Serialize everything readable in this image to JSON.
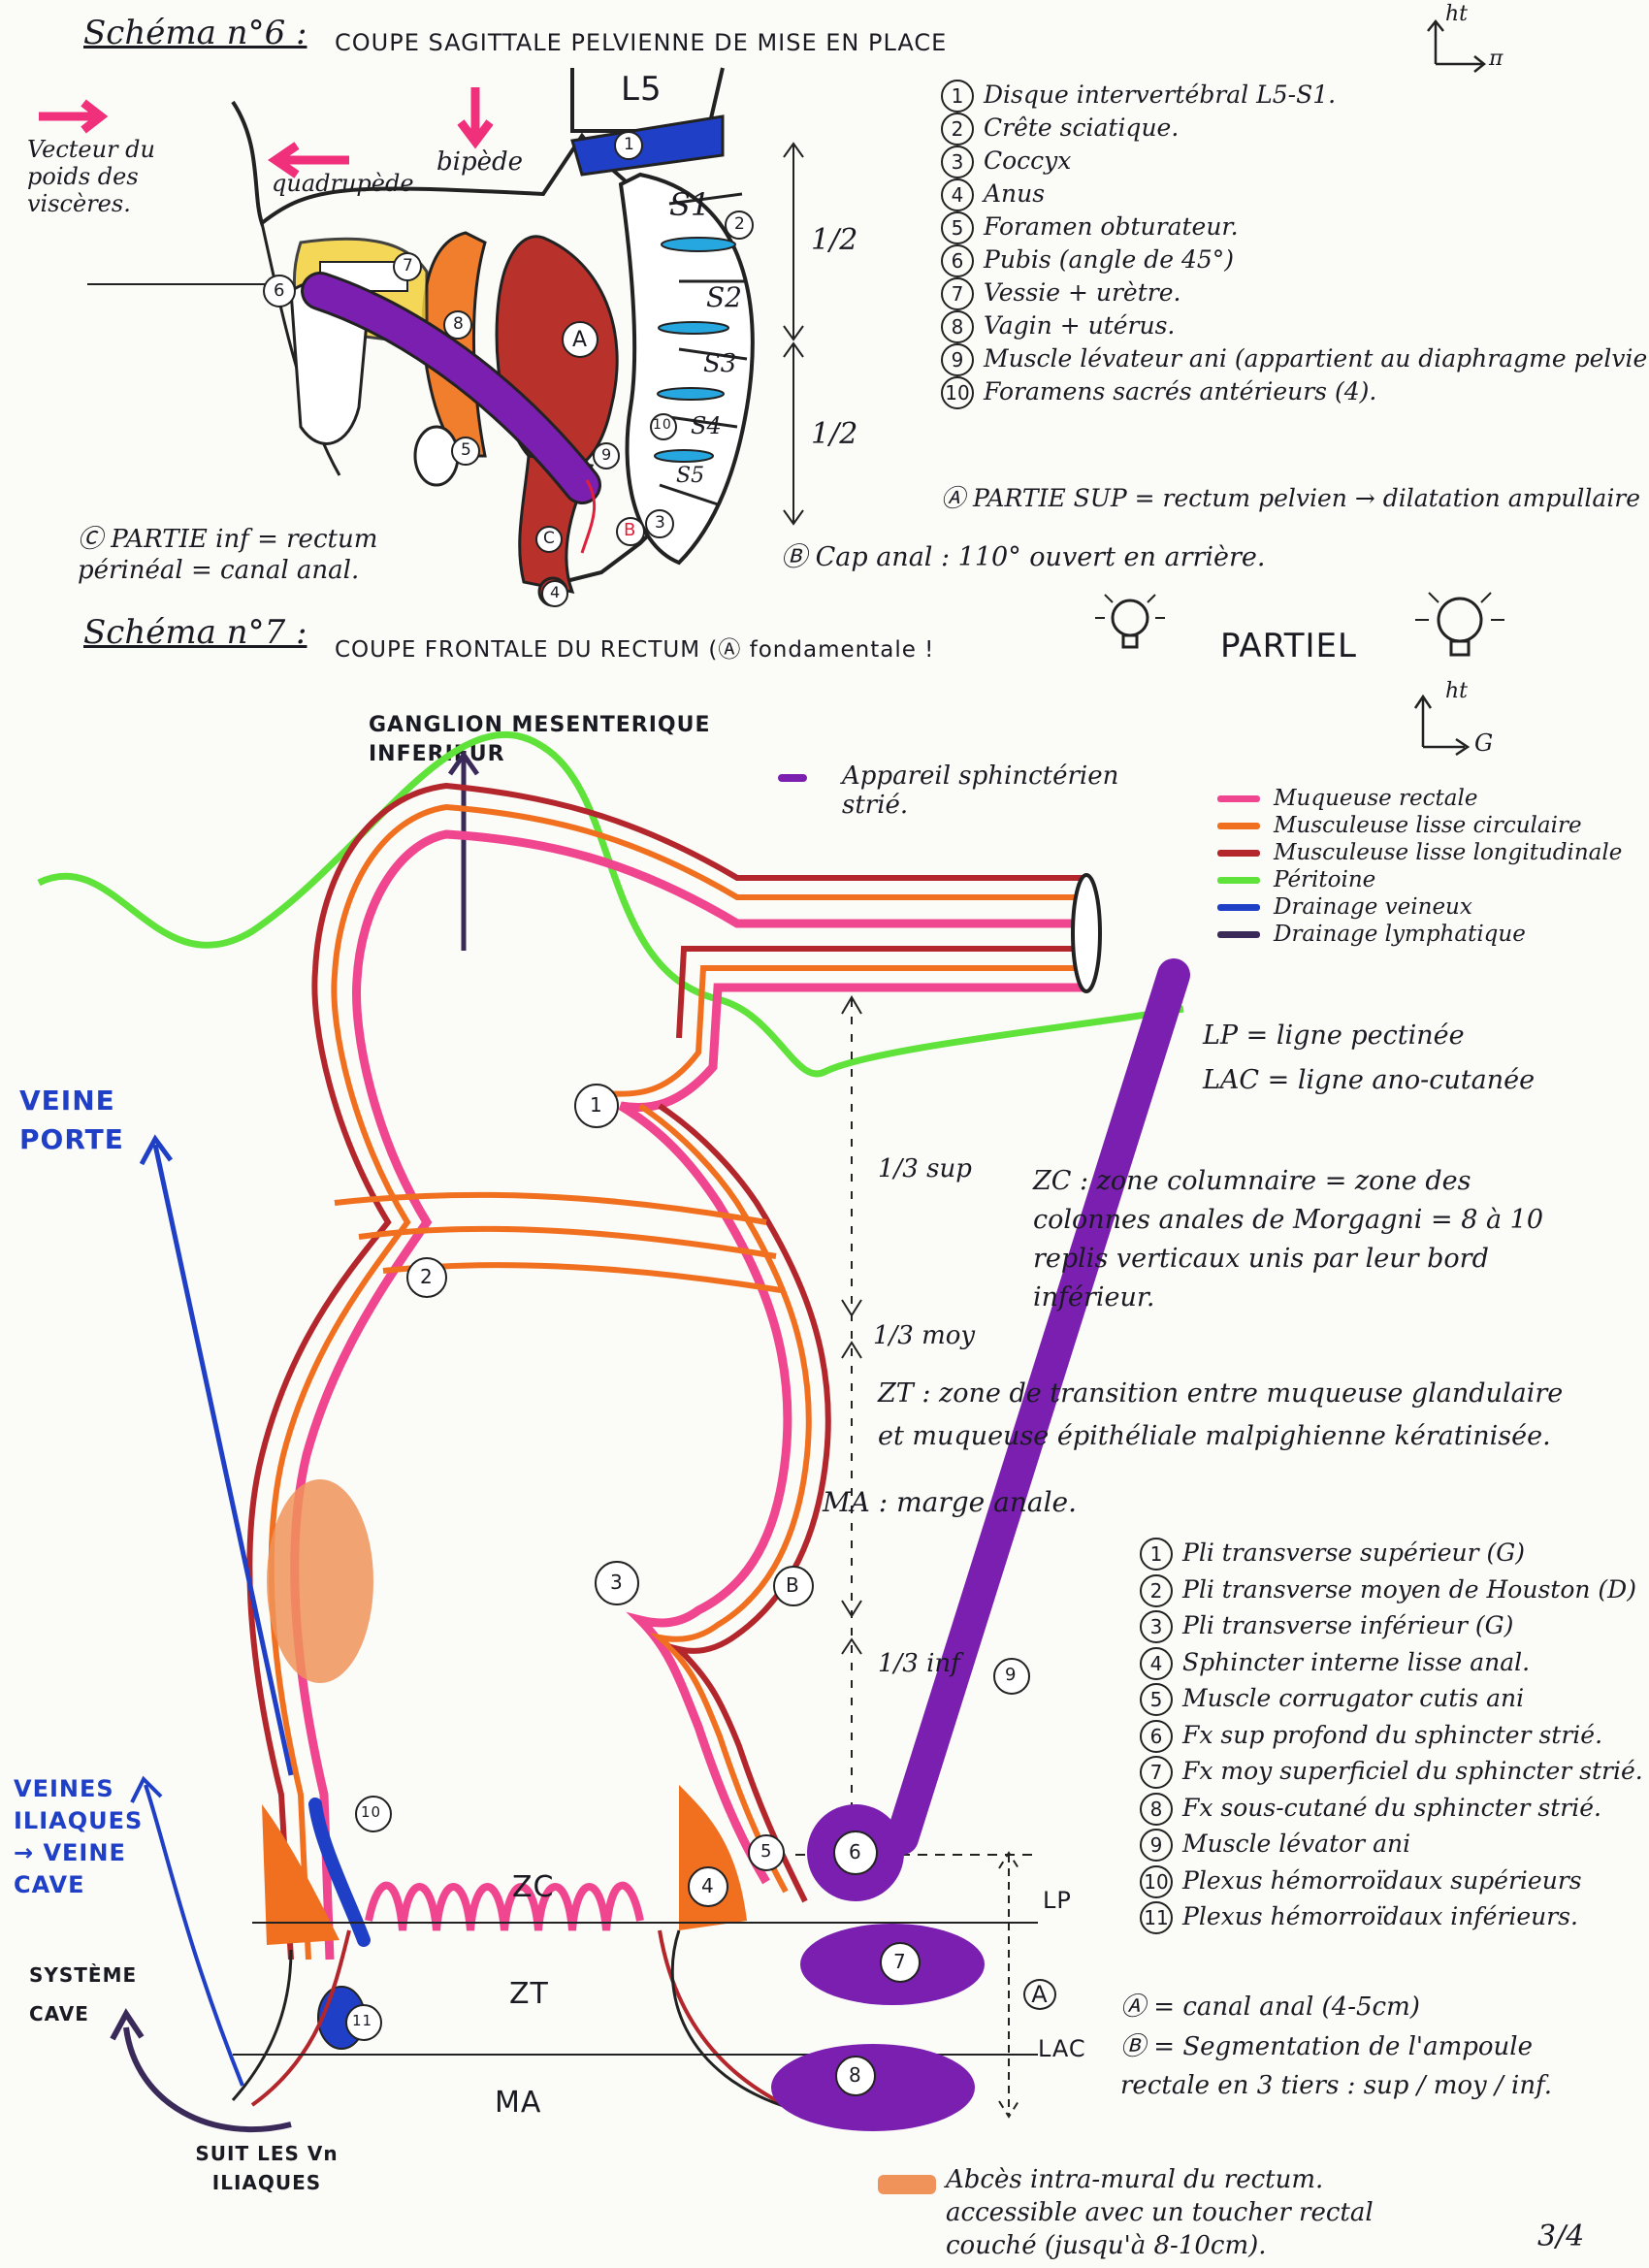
{
  "colors": {
    "muqueuse": "#f0468f",
    "musc_circ": "#f07020",
    "musc_long": "#b3262c",
    "peritoine": "#5fe23a",
    "veineux": "#1f3fc6",
    "lymph": "#3a2a5a",
    "sphincter": "#7a1fb0",
    "rectum_sup": "#b8322b",
    "abces": "#f0935a",
    "vector": "#f0307a"
  },
  "schema6": {
    "title": "Schéma n°6 :",
    "subtitle": "COUPE SAGITTALE PELVIENNE DE MISE EN PLACE",
    "orient": {
      "ht": "ht",
      "ar": "π"
    },
    "labels": {
      "vecteur": "Vecteur du poids des viscères.",
      "quadrupede": "quadrupède",
      "bipede": "bipède",
      "L5": "L5",
      "S1": "S1",
      "S2": "S2",
      "S3": "S3",
      "S4": "S4",
      "S5": "S5",
      "half_top": "1/2",
      "half_bottom": "1/2",
      "n1": "1",
      "n2": "2",
      "n3": "3",
      "n4": "4",
      "n5": "5",
      "n6": "6",
      "n7": "7",
      "n8": "8",
      "n9": "9",
      "n10": "10",
      "A": "A",
      "B": "B",
      "C": "C"
    },
    "legend": [
      {
        "n": "1",
        "text": "Disque intervertébral L5-S1."
      },
      {
        "n": "2",
        "text": "Crête sciatique."
      },
      {
        "n": "3",
        "text": "Coccyx"
      },
      {
        "n": "4",
        "text": "Anus"
      },
      {
        "n": "5",
        "text": "Foramen obturateur."
      },
      {
        "n": "6",
        "text": "Pubis (angle de 45°)"
      },
      {
        "n": "7",
        "text": "Vessie + urètre."
      },
      {
        "n": "8",
        "text": "Vagin + utérus."
      },
      {
        "n": "9",
        "text": "Muscle lévateur ani (appartient au diaphragme pelvien."
      },
      {
        "n": "10",
        "text": "Foramens sacrés antérieurs (4)."
      }
    ],
    "partA": "Ⓐ PARTIE SUP = rectum pelvien → dilatation ampullaire",
    "partB": "Ⓑ Cap anal : 110° ouvert en arrière.",
    "partC": "Ⓒ PARTIE inf = rectum périnéal = canal anal."
  },
  "schema7": {
    "title": "Schéma n°7 :",
    "subtitle": "COUPE FRONTALE DU RECTUM (Ⓐ fondamentale !",
    "partiel": "PARTIEL",
    "orient": {
      "ht": "ht",
      "g": "G"
    },
    "ganglion": "GANGLION MESENTERIQUE INFERIEUR",
    "sphincter_label": "Appareil sphinctérien strié.",
    "key": [
      {
        "color": "#f0468f",
        "text": "Muqueuse rectale"
      },
      {
        "color": "#f07020",
        "text": "Musculeuse lisse circulaire"
      },
      {
        "color": "#b3262c",
        "text": "Musculeuse lisse longitudinale"
      },
      {
        "color": "#5fe23a",
        "text": "Péritoine"
      },
      {
        "color": "#1f3fc6",
        "text": "Drainage veineux"
      },
      {
        "color": "#3a2a5a",
        "text": "Drainage lymphatique"
      }
    ],
    "lp": "LP = ligne pectinée",
    "lac": "LAC = ligne ano-cutanée",
    "zc_def": "ZC : zone columnaire = zone des colonnes anales de Morgagni = 8 à 10 replis verticaux unis par leur bord inférieur.",
    "zt_def": "ZT : zone de transition entre muqueuse glandulaire et muqueuse épithéliale malpighienne kératinisée.",
    "ma_def": "MA : marge anale.",
    "third_sup": "1/3 sup",
    "third_moy": "1/3 moy",
    "third_inf": "1/3 inf",
    "veine_porte": "VEINE PORTE",
    "veines_iliaques": "VEINES ILIAQUES → VEINE CAVE",
    "systeme_cave": "SYSTÈME CAVE",
    "suit": "SUIT LES Vn ILIAQUES",
    "zones": {
      "zc": "ZC",
      "zt": "ZT",
      "ma": "MA",
      "lp": "LP",
      "lac": "LAC",
      "A": "A",
      "B": "B"
    },
    "nums": {
      "n1": "1",
      "n2": "2",
      "n3": "3",
      "n4": "4",
      "n5": "5",
      "n6": "6",
      "n7": "7",
      "n8": "8",
      "n9": "9",
      "n10": "10",
      "n11": "11"
    },
    "legend": [
      {
        "n": "1",
        "text": "Pli transverse supérieur (G)"
      },
      {
        "n": "2",
        "text": "Pli transverse moyen de Houston (D)"
      },
      {
        "n": "3",
        "text": "Pli transverse inférieur (G)"
      },
      {
        "n": "4",
        "text": "Sphincter interne lisse anal."
      },
      {
        "n": "5",
        "text": "Muscle corrugator cutis ani"
      },
      {
        "n": "6",
        "text": "Fx sup profond du sphincter strié."
      },
      {
        "n": "7",
        "text": "Fx moy superficiel du sphincter strié."
      },
      {
        "n": "8",
        "text": "Fx sous-cutané du sphincter strié."
      },
      {
        "n": "9",
        "text": "Muscle lévator ani"
      },
      {
        "n": "10",
        "text": "Plexus hémorroïdaux supérieurs"
      },
      {
        "n": "11",
        "text": "Plexus hémorroïdaux inférieurs."
      }
    ],
    "canal": "Ⓐ = canal anal (4-5cm)",
    "segment": "Ⓑ = Segmentation de l'ampoule rectale en 3 tiers : sup / moy / inf.",
    "abces": "Abcès intra-mural du rectum. accessible avec un toucher rectal couché (jusqu'à 8-10cm).",
    "page": "3/4"
  }
}
